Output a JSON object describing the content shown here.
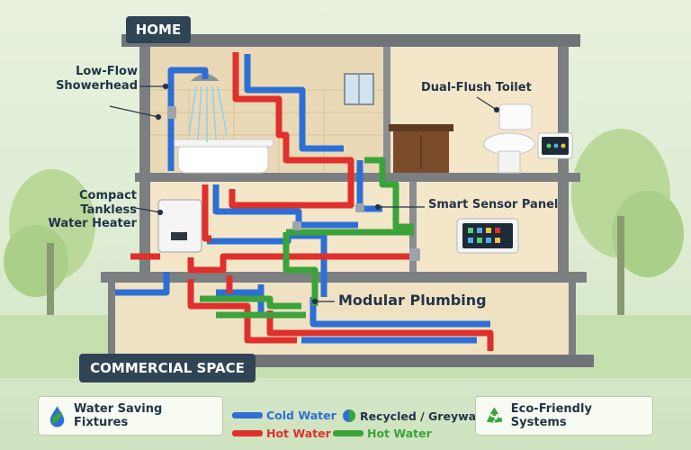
{
  "title": "HOME",
  "section_label": "COMMERCIAL SPACE",
  "callouts": {
    "showerhead": [
      "Low-Flow",
      "Showerhead"
    ],
    "toilet": "Dual-Flush Toilet",
    "heater": [
      "Compact",
      "Tankless",
      "Water Heater"
    ],
    "sensor_panel": "Smart Sensor Panel",
    "plumbing": "Modular Plumbing"
  },
  "legend": {
    "left_box": "Water Saving Fixtures",
    "right_box": "Eco-Friendly Systems",
    "items": [
      {
        "label": "Cold Water",
        "color": "#2d6fd6"
      },
      {
        "label": "Recycled / Greywater",
        "color": "#3aa33a"
      },
      {
        "label": "Hot Water",
        "color": "#e0302c"
      },
      {
        "label": "Hot Water",
        "color": "#3aa33a"
      }
    ]
  },
  "colors": {
    "cold": "#2d6fd6",
    "hot": "#e0302c",
    "recycled": "#3aa33a",
    "wall": "#7b7f82",
    "room": "#f3e6c9"
  },
  "icons": [
    "leaf-water-drop-icon",
    "recycle-icon"
  ]
}
